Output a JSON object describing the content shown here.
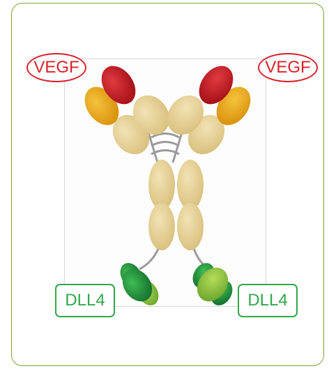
{
  "labels": {
    "vegf_left": "VEGF",
    "vegf_right": "VEGF",
    "dll4_left": "DLL4",
    "dll4_right": "DLL4"
  },
  "colors": {
    "frame_border": "#7aa43a",
    "vegf_red": "#d9232b",
    "dll4_green": "#2fa84a",
    "domain_tan": "#e2cc8e",
    "variable_red": "#b8141c",
    "variable_gold": "#e9a514",
    "scfv_green_dark": "#1f8a3a",
    "scfv_green_light": "#8cc63f"
  }
}
